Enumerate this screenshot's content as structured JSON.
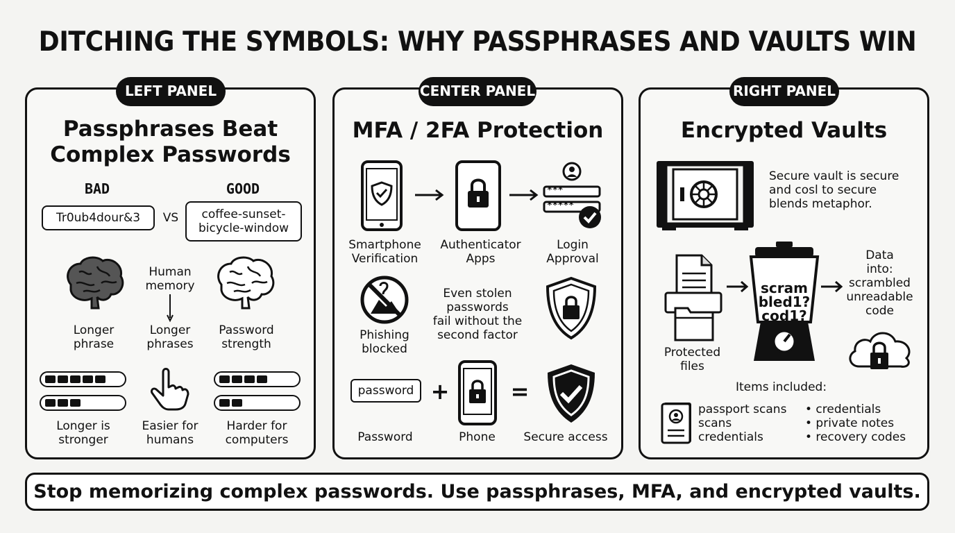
{
  "title": "DITCHING THE SYMBOLS: WHY PASSPHRASES AND VAULTS WIN",
  "left": {
    "tab": "LEFT PANEL",
    "heading_1": "Passphrases Beat",
    "heading_2": "Complex Passwords",
    "bad_label": "BAD",
    "good_label": "GOOD",
    "bad_example": "Tr0ub4dour&3",
    "vs": "VS",
    "good_example_1": "coffee-sunset-",
    "good_example_2": "bicycle-window",
    "human_memory_1": "Human",
    "human_memory_2": "memory",
    "longer_phrase_1": "Longer",
    "longer_phrase_2": "phrase",
    "longer_phrases_1": "Longer",
    "longer_phrases_2": "phrases",
    "password_strength_1": "Password",
    "password_strength_2": "strength",
    "longer_stronger_1": "Longer is",
    "longer_stronger_2": "stronger",
    "easier_1": "Easier for",
    "easier_2": "humans",
    "harder_1": "Harder for",
    "harder_2": "computers"
  },
  "center": {
    "tab": "CENTER PANEL",
    "heading": "MFA / 2FA Protection",
    "smartphone_1": "Smartphone",
    "smartphone_2": "Verification",
    "auth_1": "Authenticator",
    "auth_2": "Apps",
    "login_1": "Login",
    "login_2": "Approval",
    "phishing_1": "Phishing",
    "phishing_2": "blocked",
    "stolen_1": "Even stolen",
    "stolen_2": "passwords",
    "stolen_3": "fail without the",
    "stolen_4": "second factor",
    "password_box": "password",
    "plus": "+",
    "equals": "=",
    "password_label": "Password",
    "phone_label": "Phone",
    "secure_label": "Secure access",
    "field_1": "***",
    "field_2": "*****"
  },
  "right": {
    "tab": "RIGHT PANEL",
    "heading": "Encrypted Vaults",
    "vault_text_1": "Secure vault is secure",
    "vault_text_2": "and cosl to secure",
    "vault_text_3": "blends metaphor.",
    "scram_1": "scram",
    "scram_2": "bled1?",
    "scram_3": "cod1?",
    "data_1": "Data",
    "data_2": "into:",
    "data_3": "scrambled",
    "data_4": "unreadable",
    "data_5": "code",
    "protected_1": "Protected",
    "protected_2": "files",
    "items_heading": "Items included:",
    "items_left": [
      "passport scans",
      "scans",
      "credentials"
    ],
    "items_right": [
      "• credentials",
      "• private notes",
      "• recovery codes"
    ]
  },
  "footer": "Stop memorizing complex passwords. Use passphrases, MFA, and encrypted vaults."
}
